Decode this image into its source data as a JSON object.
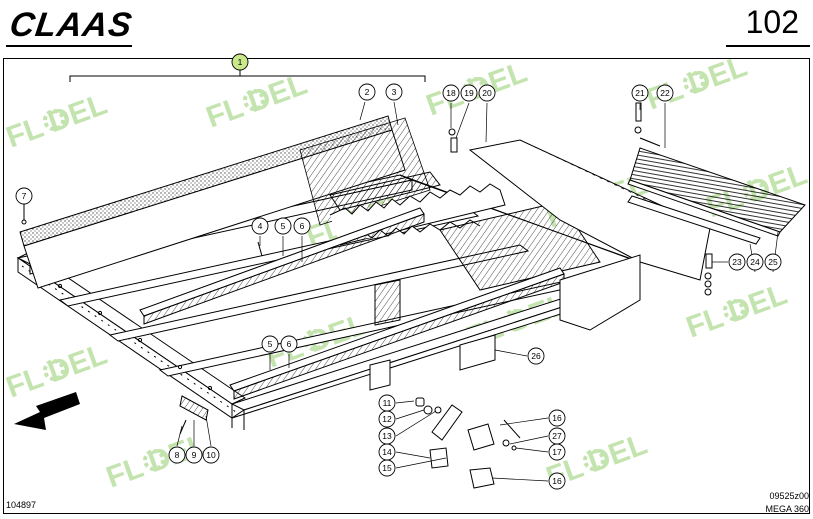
{
  "header": {
    "brand": "CLAAS",
    "page_number": "102"
  },
  "footer": {
    "left_code": "104897",
    "drawing_code": "09525z00",
    "model": "MEGA 360"
  },
  "watermark": {
    "text": "FL DEL",
    "color": "#b9e0a0"
  },
  "colors": {
    "ink": "#000000",
    "highlight_callout": "#c9e88a"
  },
  "callouts": [
    {
      "id": "c1",
      "label": "1",
      "highlight": true
    },
    {
      "id": "c2",
      "label": "2"
    },
    {
      "id": "c3",
      "label": "3"
    },
    {
      "id": "c4",
      "label": "4"
    },
    {
      "id": "c5a",
      "label": "5"
    },
    {
      "id": "c6a",
      "label": "6"
    },
    {
      "id": "c5b",
      "label": "5"
    },
    {
      "id": "c6b",
      "label": "6"
    },
    {
      "id": "c7",
      "label": "7"
    },
    {
      "id": "c8",
      "label": "8"
    },
    {
      "id": "c9",
      "label": "9"
    },
    {
      "id": "c10",
      "label": "10"
    },
    {
      "id": "c11",
      "label": "11"
    },
    {
      "id": "c12",
      "label": "12"
    },
    {
      "id": "c13",
      "label": "13"
    },
    {
      "id": "c14",
      "label": "14"
    },
    {
      "id": "c15",
      "label": "15"
    },
    {
      "id": "c16a",
      "label": "16"
    },
    {
      "id": "c16b",
      "label": "16"
    },
    {
      "id": "c17",
      "label": "17"
    },
    {
      "id": "c18",
      "label": "18"
    },
    {
      "id": "c19",
      "label": "19"
    },
    {
      "id": "c20",
      "label": "20"
    },
    {
      "id": "c21",
      "label": "21"
    },
    {
      "id": "c22",
      "label": "22"
    },
    {
      "id": "c23",
      "label": "23"
    },
    {
      "id": "c24",
      "label": "24"
    },
    {
      "id": "c25",
      "label": "25"
    },
    {
      "id": "c26",
      "label": "26"
    },
    {
      "id": "c27",
      "label": "27"
    }
  ]
}
